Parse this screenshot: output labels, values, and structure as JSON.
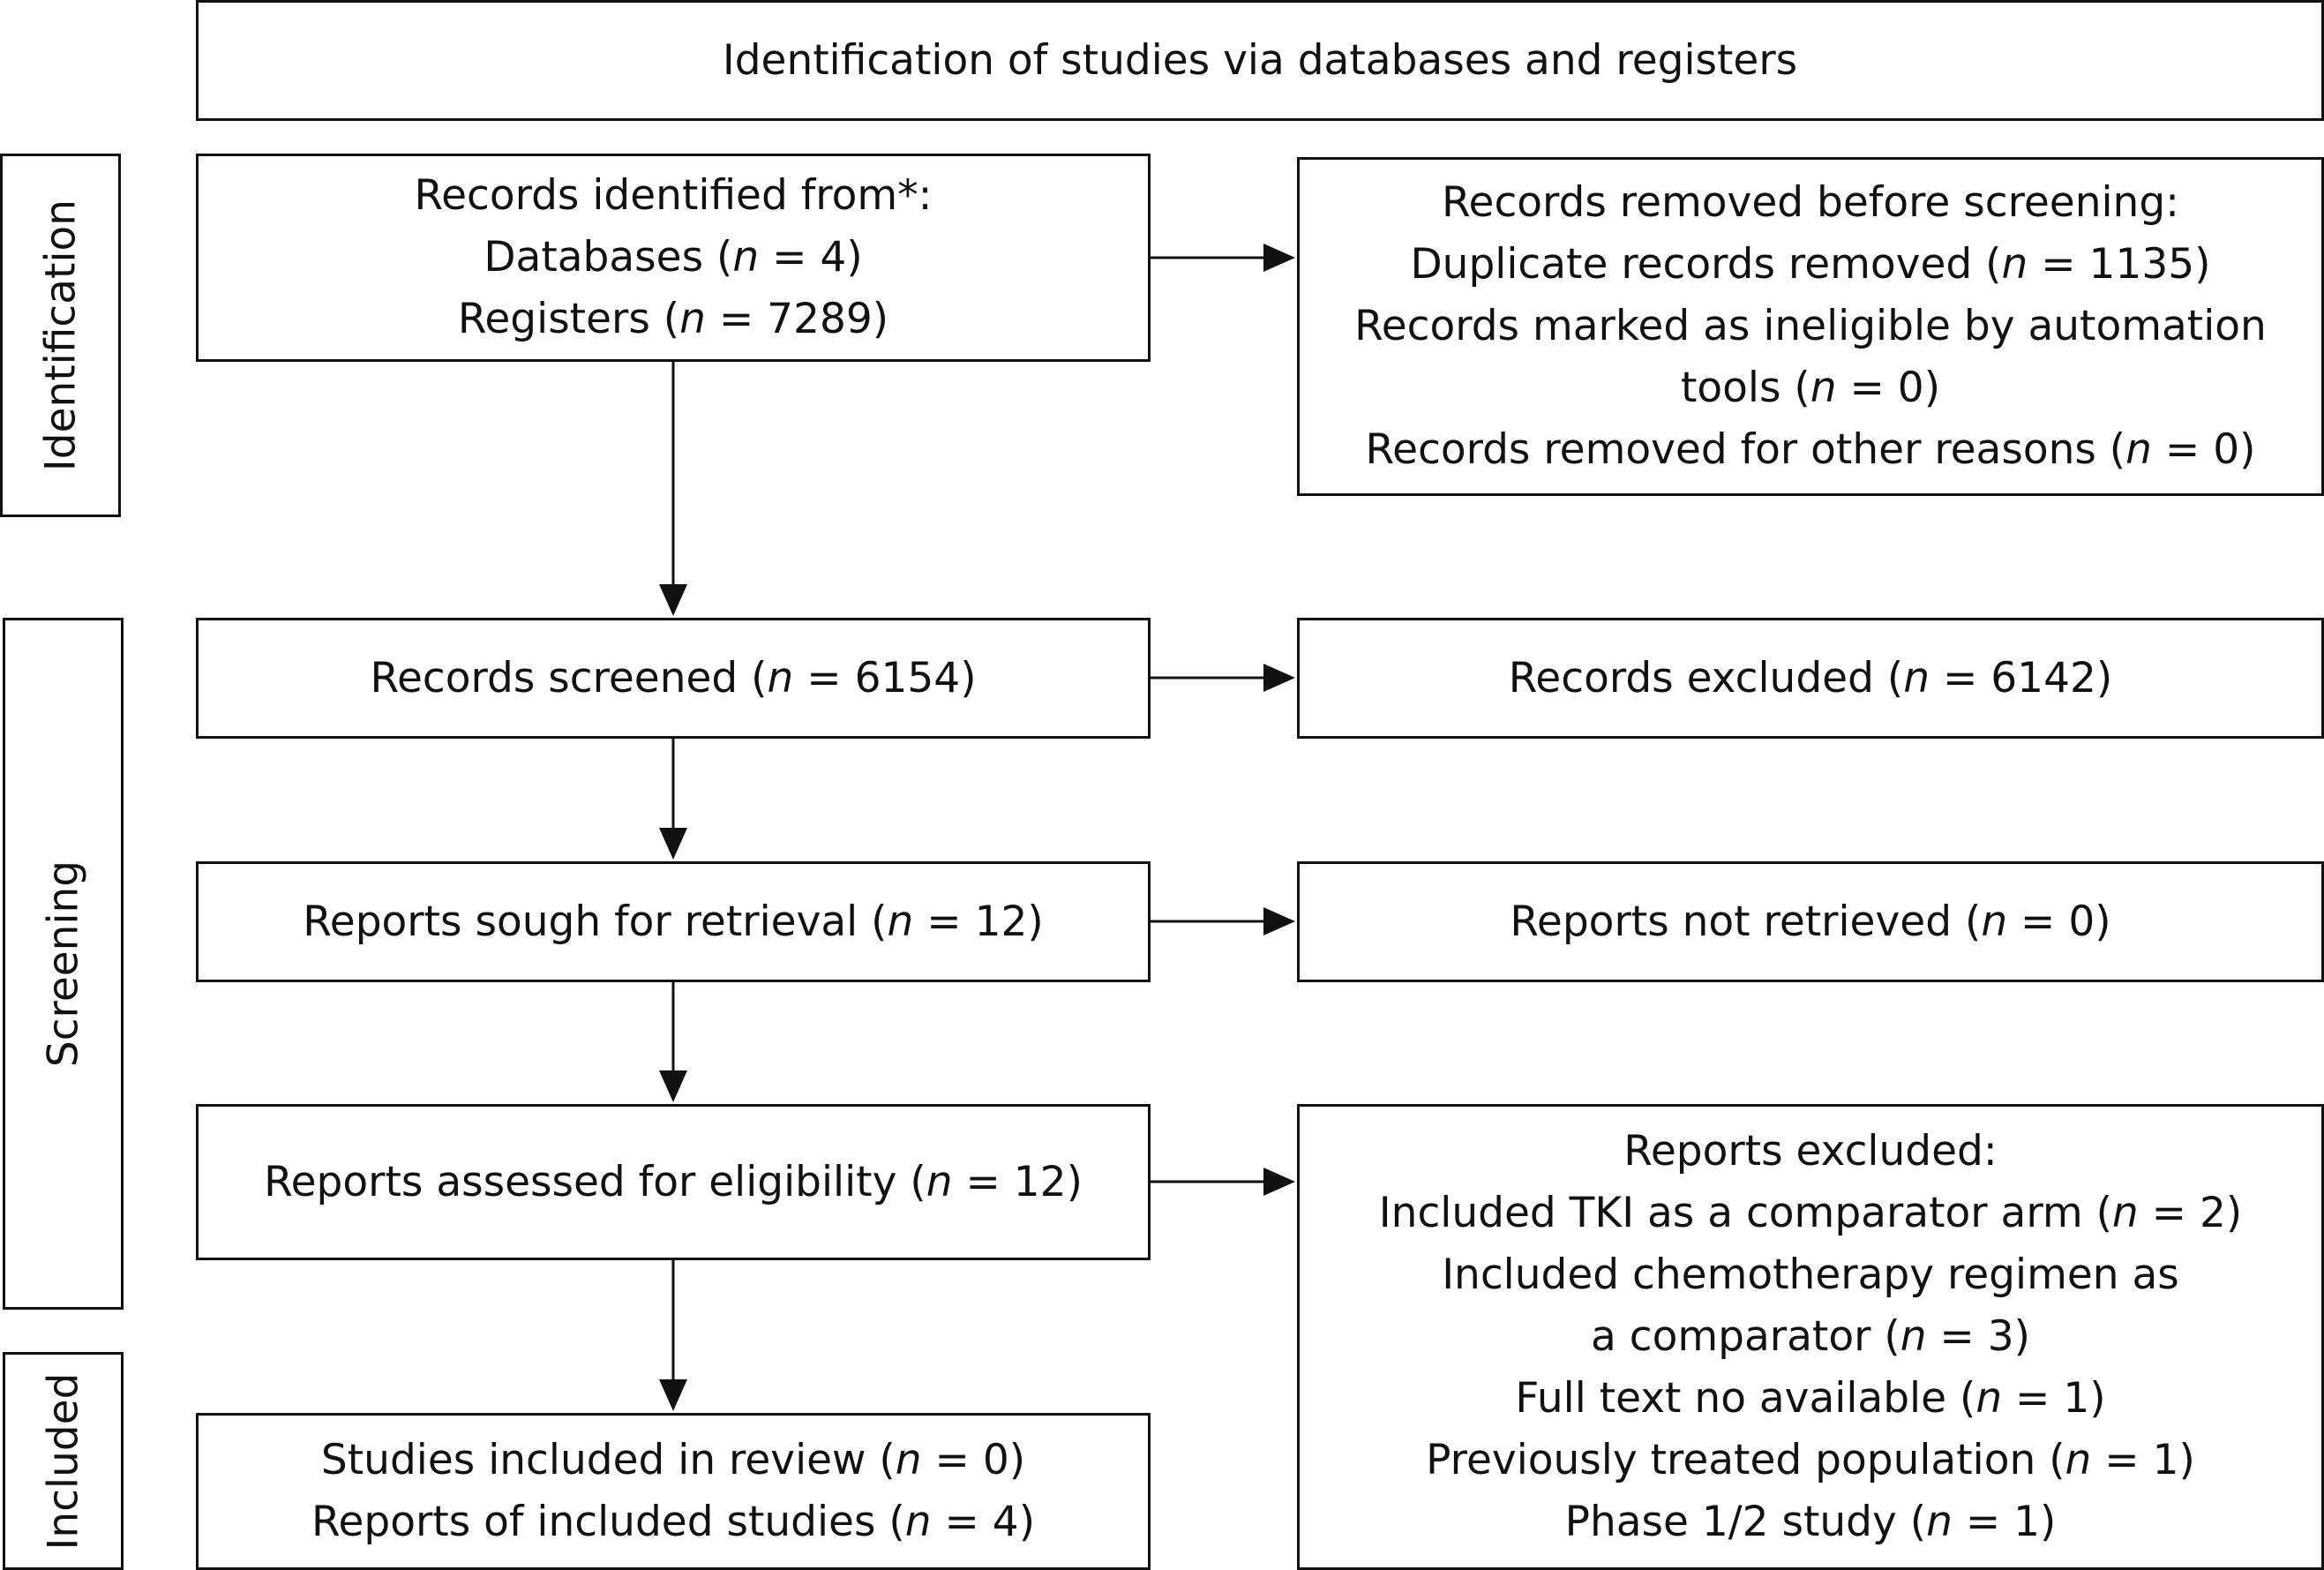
{
  "header": {
    "title": "Identification of studies via databases and registers"
  },
  "phases": {
    "identification": "Identification",
    "screening": "Screening",
    "included": "Included"
  },
  "boxes": {
    "records_identified": [
      [
        "Records identified from*:"
      ],
      [
        "Databases (",
        "n",
        " = 4)"
      ],
      [
        "Registers (",
        "n",
        " = 7289)"
      ]
    ],
    "records_removed": [
      [
        "Records removed before screening:"
      ],
      [
        "Duplicate records removed (",
        "n",
        " = 1135)"
      ],
      [
        "Records marked as ineligible by automation"
      ],
      [
        "tools (",
        "n",
        " = 0)"
      ],
      [
        "Records removed for other reasons (",
        "n",
        " = 0)"
      ]
    ],
    "records_screened": [
      [
        "Records screened (",
        "n",
        " = 6154)"
      ]
    ],
    "records_excluded": [
      [
        "Records excluded (",
        "n",
        " = 6142)"
      ]
    ],
    "reports_sought": [
      [
        "Reports sough for retrieval (",
        "n",
        " = 12)"
      ]
    ],
    "reports_not_retrieved": [
      [
        "Reports not retrieved (",
        "n",
        " = 0)"
      ]
    ],
    "reports_assessed": [
      [
        "Reports assessed for eligibility (",
        "n",
        " = 12)"
      ]
    ],
    "reports_excluded": [
      [
        "Reports excluded:"
      ],
      [
        "Included TKI as a comparator arm (",
        "n",
        " = 2)"
      ],
      [
        "Included chemotherapy regimen as"
      ],
      [
        "a comparator (",
        "n",
        " = 3)"
      ],
      [
        "Full text no available (",
        "n",
        " = 1)"
      ],
      [
        "Previously treated population (",
        "n",
        " = 1)"
      ],
      [
        "Phase 1/2 study (",
        "n",
        " = 1)"
      ]
    ],
    "studies_included": [
      [
        "Studies included in review (",
        "n",
        " = 0)"
      ],
      [
        "Reports of included studies (",
        "n",
        " = 4)"
      ]
    ]
  }
}
